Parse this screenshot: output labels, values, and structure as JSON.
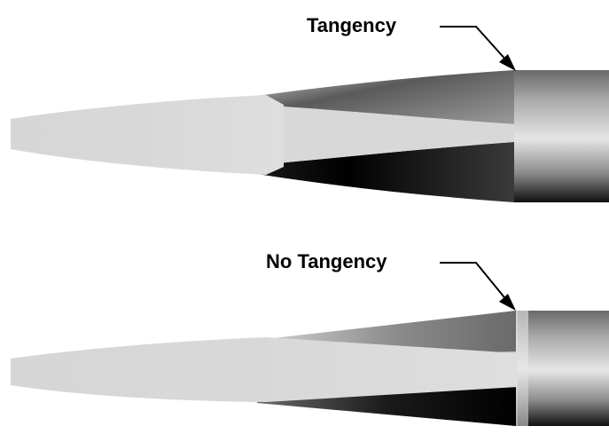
{
  "panels": [
    {
      "id": "tangency",
      "label": "Tangency"
    },
    {
      "id": "no-tangency",
      "label": "No Tangency"
    }
  ],
  "colors": {
    "background": "#ffffff",
    "tip_light": "#d9d9d9",
    "shadow_dark": "#000000",
    "highlight": "#e6e6e6",
    "leader_line": "#000000"
  }
}
